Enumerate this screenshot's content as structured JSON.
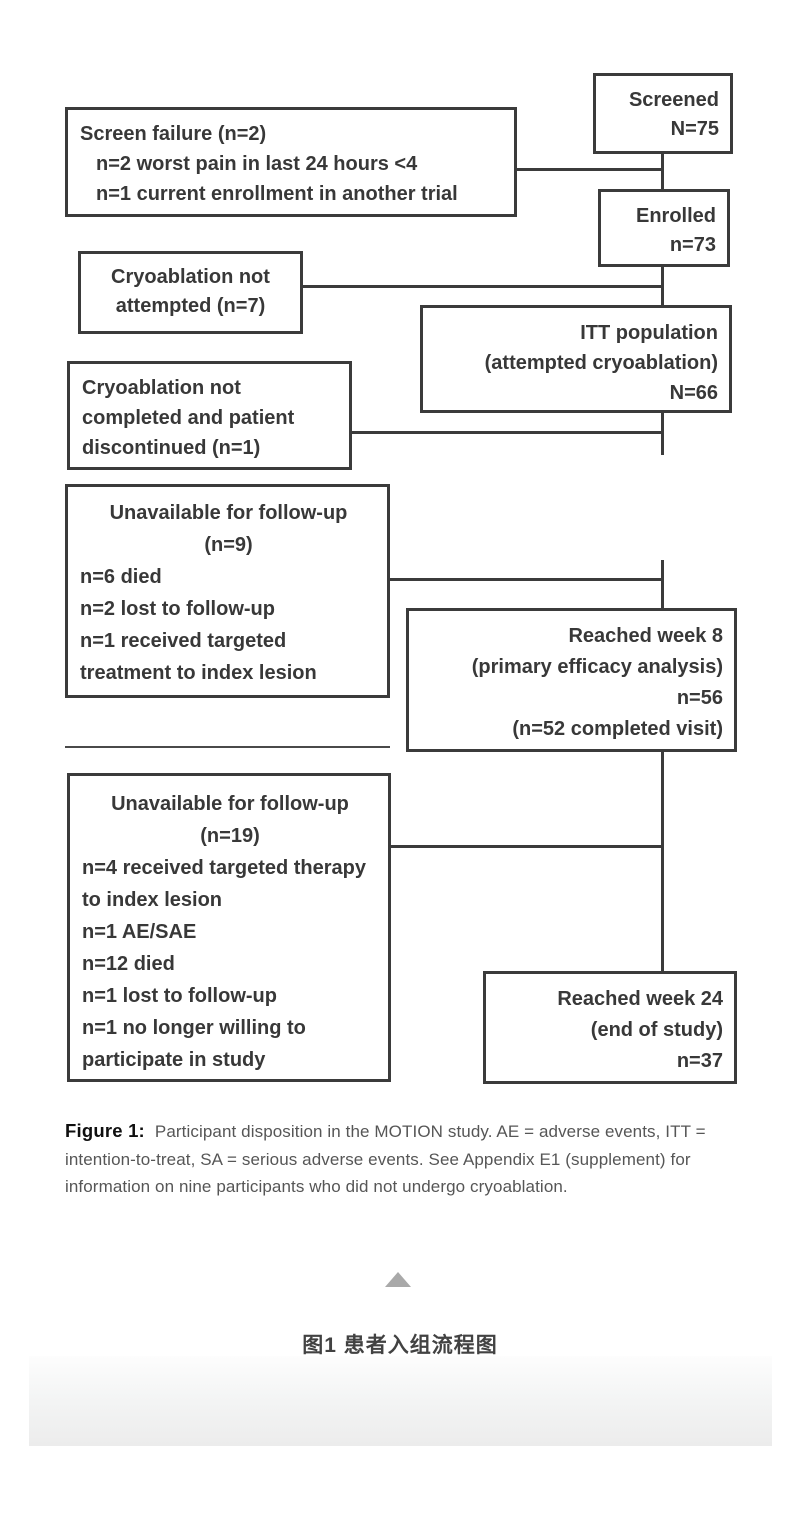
{
  "figure": {
    "boxes": {
      "screened": {
        "lines": [
          "Screened",
          "N=75"
        ]
      },
      "screen_failure": {
        "title": "Screen failure (n=2)",
        "items": [
          "n=2 worst pain in last 24 hours <4",
          "n=1 current enrollment in another trial"
        ]
      },
      "enrolled": {
        "lines": [
          "Enrolled",
          "n=73"
        ]
      },
      "cryo_not_attempted": {
        "lines": [
          "Cryoablation not",
          "attempted (n=7)"
        ]
      },
      "itt": {
        "lines": [
          "ITT population",
          "(attempted cryoablation)",
          "N=66"
        ]
      },
      "cryo_not_completed": {
        "lines": [
          "Cryoablation not",
          "completed and patient",
          "discontinued (n=1)"
        ]
      },
      "unavailable_wk8": {
        "heading": [
          "Unavailable for follow-up",
          "(n=9)"
        ],
        "items": [
          "n=6 died",
          "n=2 lost to follow-up",
          "n=1 received targeted treatment to index lesion"
        ]
      },
      "week8": {
        "lines": [
          "Reached week 8",
          "(primary efficacy analysis)",
          "n=56",
          "(n=52 completed visit)"
        ]
      },
      "unavailable_wk24": {
        "heading": [
          "Unavailable for follow-up",
          "(n=19)"
        ],
        "items": [
          "n=4 received targeted therapy to index lesion",
          "n=1 AE/SAE",
          "n=12 died",
          "n=1 lost to follow-up",
          "n=1 no longer willing to participate in study"
        ]
      },
      "week24": {
        "lines": [
          "Reached week 24",
          "(end of study)",
          "n=37"
        ]
      }
    },
    "caption": {
      "label": "Figure 1:",
      "text": "Participant disposition in the MOTION study. AE = adverse events, ITT = intention-to-treat, SA = serious adverse events. See Appendix E1 (supplement) for information on nine participants who did not undergo cryoablation."
    }
  },
  "page": {
    "figure_title_cn": "图1 患者入组流程图",
    "collapse_icon": "up-triangle"
  },
  "colors": {
    "box_border": "#3b3b3b",
    "box_text": "#383838",
    "caption_text": "#565656",
    "triangle_gray": "#a9a9a9",
    "band_gray": "#ececec"
  }
}
